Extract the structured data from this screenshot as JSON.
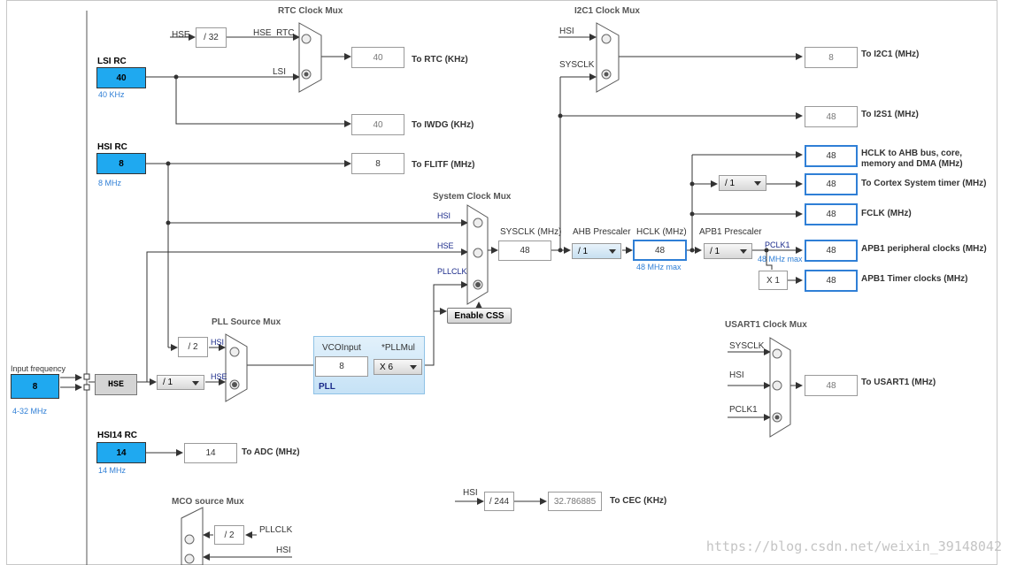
{
  "mux_titles": {
    "rtc": "RTC Clock Mux",
    "i2c1": "I2C1 Clock Mux",
    "system": "System Clock Mux",
    "pll_source": "PLL Source Mux",
    "usart1": "USART1 Clock Mux",
    "mco": "MCO source Mux"
  },
  "sources": {
    "lsi": {
      "title": "LSI RC",
      "value": "40",
      "freq": "40 KHz"
    },
    "hsi": {
      "title": "HSI RC",
      "value": "8",
      "freq": "8 MHz"
    },
    "hsi14": {
      "title": "HSI14 RC",
      "value": "14",
      "freq": "14 MHz"
    },
    "input": {
      "title": "Input frequency",
      "value": "8",
      "range": "4-32 MHz"
    },
    "hse_label": "HSE"
  },
  "rtc": {
    "hse_in": "HSE",
    "div": "/ 32",
    "hse_rtc": "HSE_RTC",
    "lsi": "LSI",
    "value": "40",
    "to": "To RTC (KHz)"
  },
  "iwdg": {
    "value": "40",
    "to": "To IWDG (KHz)"
  },
  "flitf": {
    "value": "8",
    "to": "To FLITF (MHz)"
  },
  "i2c1": {
    "hsi": "HSI",
    "sysclk": "SYSCLK",
    "value": "8",
    "to": "To I2C1 (MHz)"
  },
  "i2s1": {
    "value": "48",
    "to": "To I2S1 (MHz)"
  },
  "sysmux": {
    "hsi": "HSI",
    "hse": "HSE",
    "pllclk": "PLLCLK"
  },
  "sysclk": {
    "label": "SYSCLK (MHz)",
    "value": "48"
  },
  "ahb": {
    "label": "AHB Prescaler",
    "value": "/ 1"
  },
  "hclk": {
    "label": "HCLK (MHz)",
    "value": "48",
    "max": "48 MHz max"
  },
  "apb1": {
    "label": "APB1 Prescaler",
    "value": "/ 1"
  },
  "pclk1": {
    "label": "PCLK1",
    "max": "48 MHz max"
  },
  "outputs": {
    "ahb": {
      "value": "48",
      "label": "HCLK to AHB bus, core, memory and DMA (MHz)"
    },
    "cortex": {
      "div": "/ 1",
      "value": "48",
      "label": "To Cortex System timer (MHz)"
    },
    "fclk": {
      "value": "48",
      "label": "FCLK (MHz)"
    },
    "apb1_periph": {
      "value": "48",
      "label": "APB1 peripheral clocks (MHz)"
    },
    "apb1_timer": {
      "mult": "X 1",
      "value": "48",
      "label": "APB1 Timer clocks (MHz)"
    }
  },
  "css_button": "Enable CSS",
  "pll": {
    "hsi_div": "/ 2",
    "hsi": "HSI",
    "hse": "HSE",
    "hse_div": "/ 1",
    "vco_label": "VCOInput",
    "vco_value": "8",
    "mul_label": "*PLLMul",
    "mul_value": "X 6",
    "name": "PLL"
  },
  "adc": {
    "value": "14",
    "to": "To ADC (MHz)"
  },
  "usart1": {
    "sysclk": "SYSCLK",
    "hsi": "HSI",
    "pclk1": "PCLK1",
    "value": "48",
    "to": "To USART1 (MHz)"
  },
  "cec": {
    "hsi": "HSI",
    "div": "/ 244",
    "value": "32.786885",
    "to": "To CEC (KHz)"
  },
  "mco": {
    "div": "/ 2",
    "pllclk": "PLLCLK",
    "hsi": "HSI"
  },
  "watermark": "https://blog.csdn.net/weixin_39148042"
}
